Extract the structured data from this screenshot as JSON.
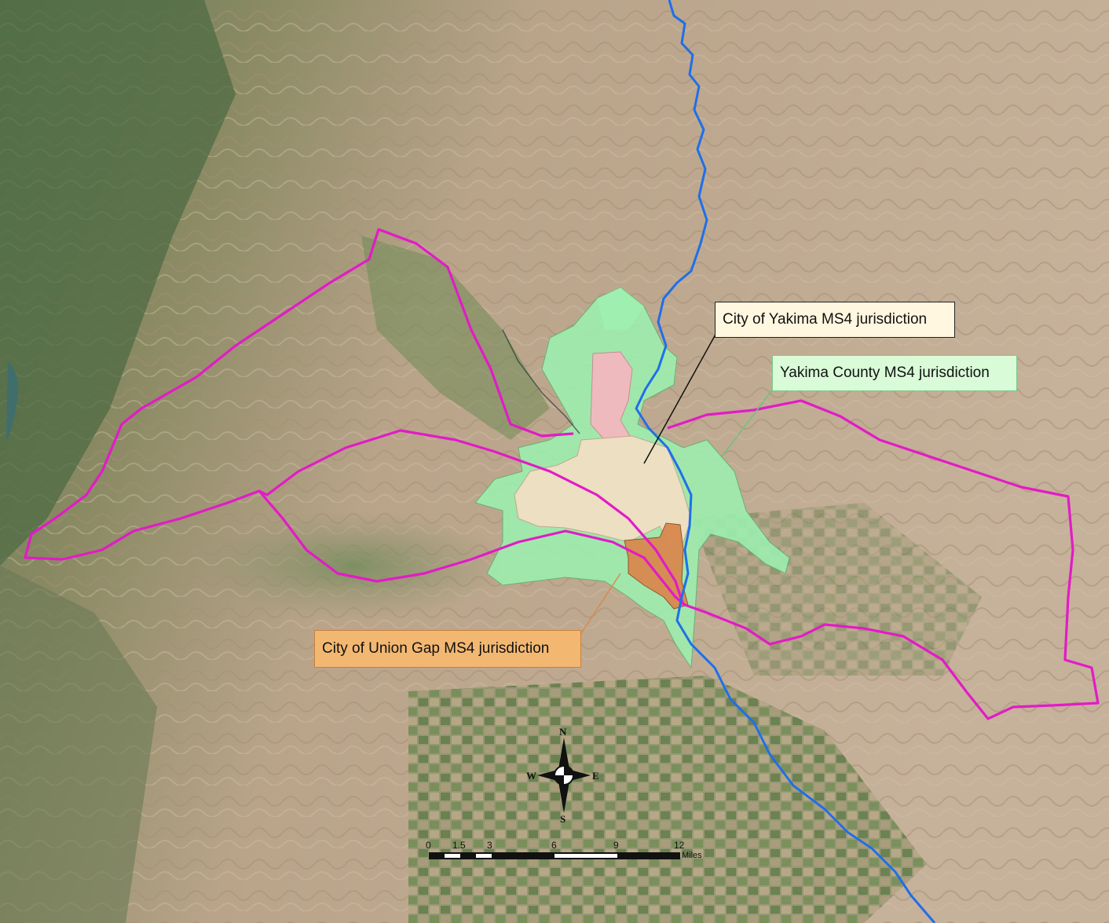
{
  "callouts": {
    "city_of_yakima": "City of Yakima MS4 jurisdiction",
    "yakima_county": "Yakima County MS4 jurisdiction",
    "city_of_union_gap": "City of Union Gap MS4 jurisdiction"
  },
  "compass": {
    "north": "N",
    "south": "S",
    "east": "E",
    "west": "W"
  },
  "scale_bar": {
    "ticks": [
      "0",
      "1.5",
      "3",
      "6",
      "9",
      "12"
    ],
    "unit": "Miles"
  },
  "colors": {
    "river": "#1f6fe8",
    "watershed_boundary": "#e21bc7",
    "city_of_yakima_fill": "#f1dfc4",
    "yakima_county_fill": "#9df0b0",
    "city_of_union_gap_fill": "#d8894f",
    "pink_area_fill": "#f4b8c0",
    "callout_yakima_bg": "#fff7df",
    "callout_county_bg": "#d9fbd8",
    "callout_uniongap_bg": "#f2b872"
  }
}
